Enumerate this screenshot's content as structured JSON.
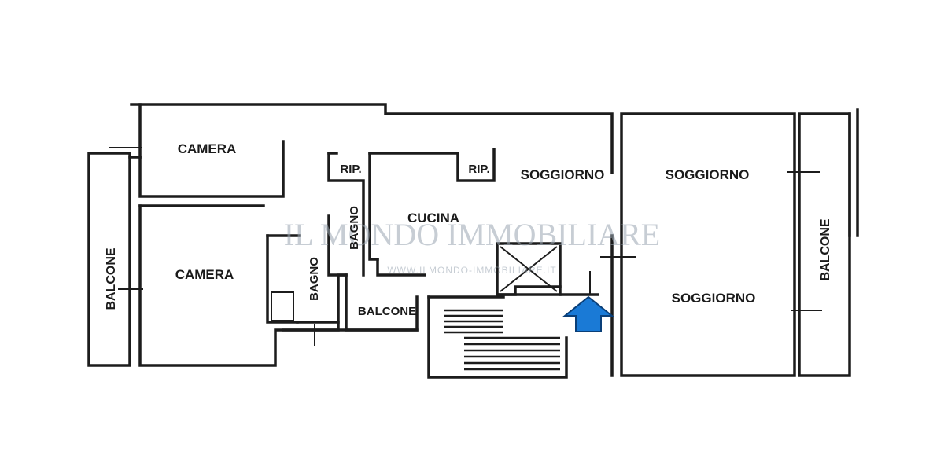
{
  "rooms": {
    "camera_top": "CAMERA",
    "camera_bottom": "CAMERA",
    "balcone_left": "BALCONE",
    "rip_left": "RIP.",
    "rip_right": "RIP.",
    "bagno_upper": "BAGNO",
    "bagno_lower": "BAGNO",
    "cucina": "CUCINA",
    "balcone_small": "BALCONE",
    "soggiorno_1": "SOGGIORNO",
    "soggiorno_2": "SOGGIORNO",
    "soggiorno_3": "SOGGIORNO",
    "balcone_right": "BALCONE"
  },
  "watermark": {
    "name": "IL MONDO IMMOBILIARE",
    "url": "WWW.ILMONDO-IMMOBILIARE.IT"
  },
  "entrance": {
    "icon": "entrance-arrow-icon",
    "color": "#1a7ad6"
  },
  "colors": {
    "wall": "#1c1c1c",
    "background": "#ffffff"
  }
}
